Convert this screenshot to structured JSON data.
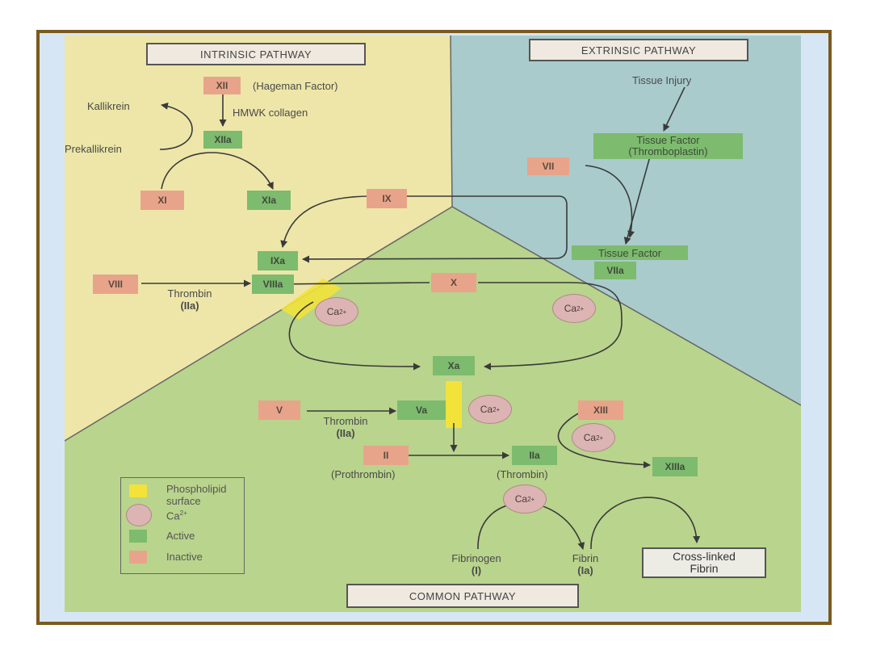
{
  "titles": {
    "intrinsic": "INTRINSIC PATHWAY",
    "extrinsic": "EXTRINSIC PATHWAY",
    "common": "COMMON PATHWAY"
  },
  "factors": {
    "xii": "XII",
    "xiia": "XIIa",
    "xi": "XI",
    "xia": "XIa",
    "ix": "IX",
    "ixa": "IXa",
    "viii": "VIII",
    "viiia": "VIIIa",
    "vii": "VII",
    "tissue_factor": "Tissue Factor",
    "viia": "VIIa",
    "x": "X",
    "xa": "Xa",
    "v": "V",
    "va": "Va",
    "ii": "II",
    "iia": "IIa",
    "xiii": "XIII",
    "xiiia": "XIIIa",
    "tissue_factor_thrombo_l1": "Tissue Factor",
    "tissue_factor_thrombo_l2": "(Thromboplastin)"
  },
  "labels": {
    "hageman": "(Hageman Factor)",
    "hmwk": "HMWK collagen",
    "kallikrein": "Kallikrein",
    "prekallikrein": "Prekallikrein",
    "tissue_injury": "Tissue Injury",
    "thrombin_1": "Thrombin",
    "iia_1": "(IIa)",
    "thrombin_2": "Thrombin",
    "iia_2": "(IIa)",
    "prothrombin": "(Prothrombin)",
    "thrombin_paren": "(Thrombin)",
    "fibrinogen": "Fibrinogen",
    "i_paren": "(I)",
    "fibrin": "Fibrin",
    "ia_paren": "(Ia)",
    "crosslinked_1": "Cross-linked",
    "crosslinked_2": "Fibrin",
    "ca": "Ca",
    "ca_sup": "2+"
  },
  "legend": {
    "phospholipid_1": "Phospholipid",
    "phospholipid_2": "surface",
    "ca": "Ca",
    "ca_sup": "2+",
    "active": "Active",
    "inactive": "Inactive"
  },
  "colors": {
    "intrinsic_bg": "#eee6a8",
    "extrinsic_bg": "#a9cbcc",
    "common_bg": "#b9d48c",
    "active": "#7dbb6e",
    "inactive": "#e8a48a",
    "phospholipid": "#f2e23a",
    "calcium": "#dcb4b4",
    "frame": "#7a5a1e"
  }
}
